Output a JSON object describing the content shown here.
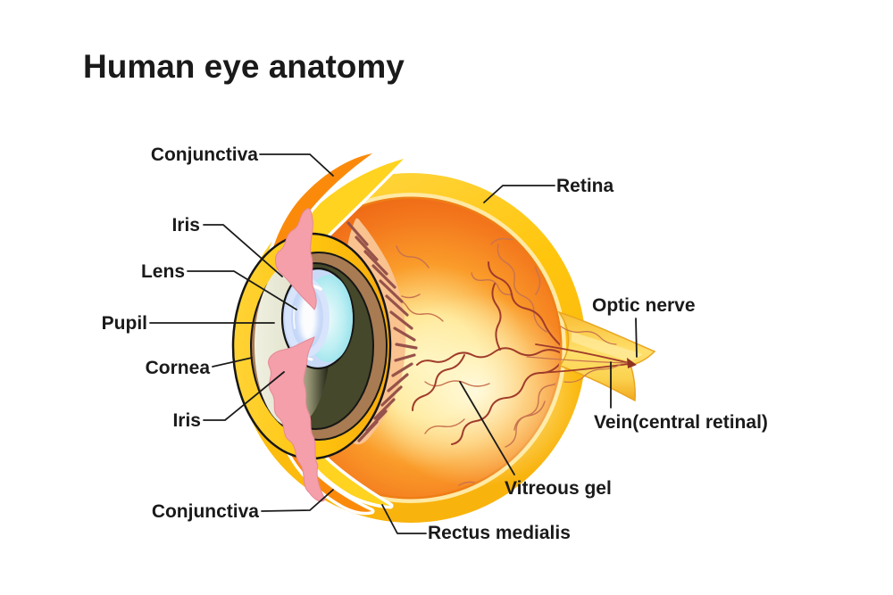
{
  "diagram": {
    "title": "Human eye anatomy",
    "labels": [
      {
        "id": "conjunctiva-top",
        "text": "Conjunctiva"
      },
      {
        "id": "iris-top",
        "text": "Iris"
      },
      {
        "id": "lens",
        "text": "Lens"
      },
      {
        "id": "pupil",
        "text": "Pupil"
      },
      {
        "id": "cornea",
        "text": "Cornea"
      },
      {
        "id": "iris-bottom",
        "text": "Iris"
      },
      {
        "id": "conjunctiva-bottom",
        "text": "Conjunctiva"
      },
      {
        "id": "retina",
        "text": "Retina"
      },
      {
        "id": "optic-nerve",
        "text": "Optic nerve"
      },
      {
        "id": "vein-central-retinal",
        "text": "Vein(central retinal)"
      },
      {
        "id": "vitreous-gel",
        "text": "Vitreous gel"
      },
      {
        "id": "rectus-medialis",
        "text": "Rectus medialis"
      }
    ],
    "colors": {
      "background": "#ffffff",
      "text": "#1a1a1a",
      "leader_line": "#1a1a1a",
      "sclera_gold": "#FFC60E",
      "sclera_light": "#FFE9A4",
      "retina_ring": "#EF7D16",
      "vessel_dark": "#A03C2B",
      "vessel_light": "#C8734F",
      "ciliary_body": "#F9C28F",
      "ciliary_hash": "#96524A",
      "conjunctiva_orange": "#FB8A0B",
      "conjunctiva_yellow": "#FFD31F",
      "nerve_edge": "#E9A51F",
      "nerve_notch": "#8E3320",
      "iris_pink": "#F49FA9",
      "ring_brown": "#A87B52",
      "iris_olive": "#45482A",
      "chamber_cream": "#EFEFE0",
      "lens_blue": "#C9DAF8",
      "lens_mid": "#D8E4FB",
      "lens_ring": "#C5D7F8",
      "lens_cyan": "#8ADDE9",
      "highlight": "#FFFFFF"
    }
  }
}
